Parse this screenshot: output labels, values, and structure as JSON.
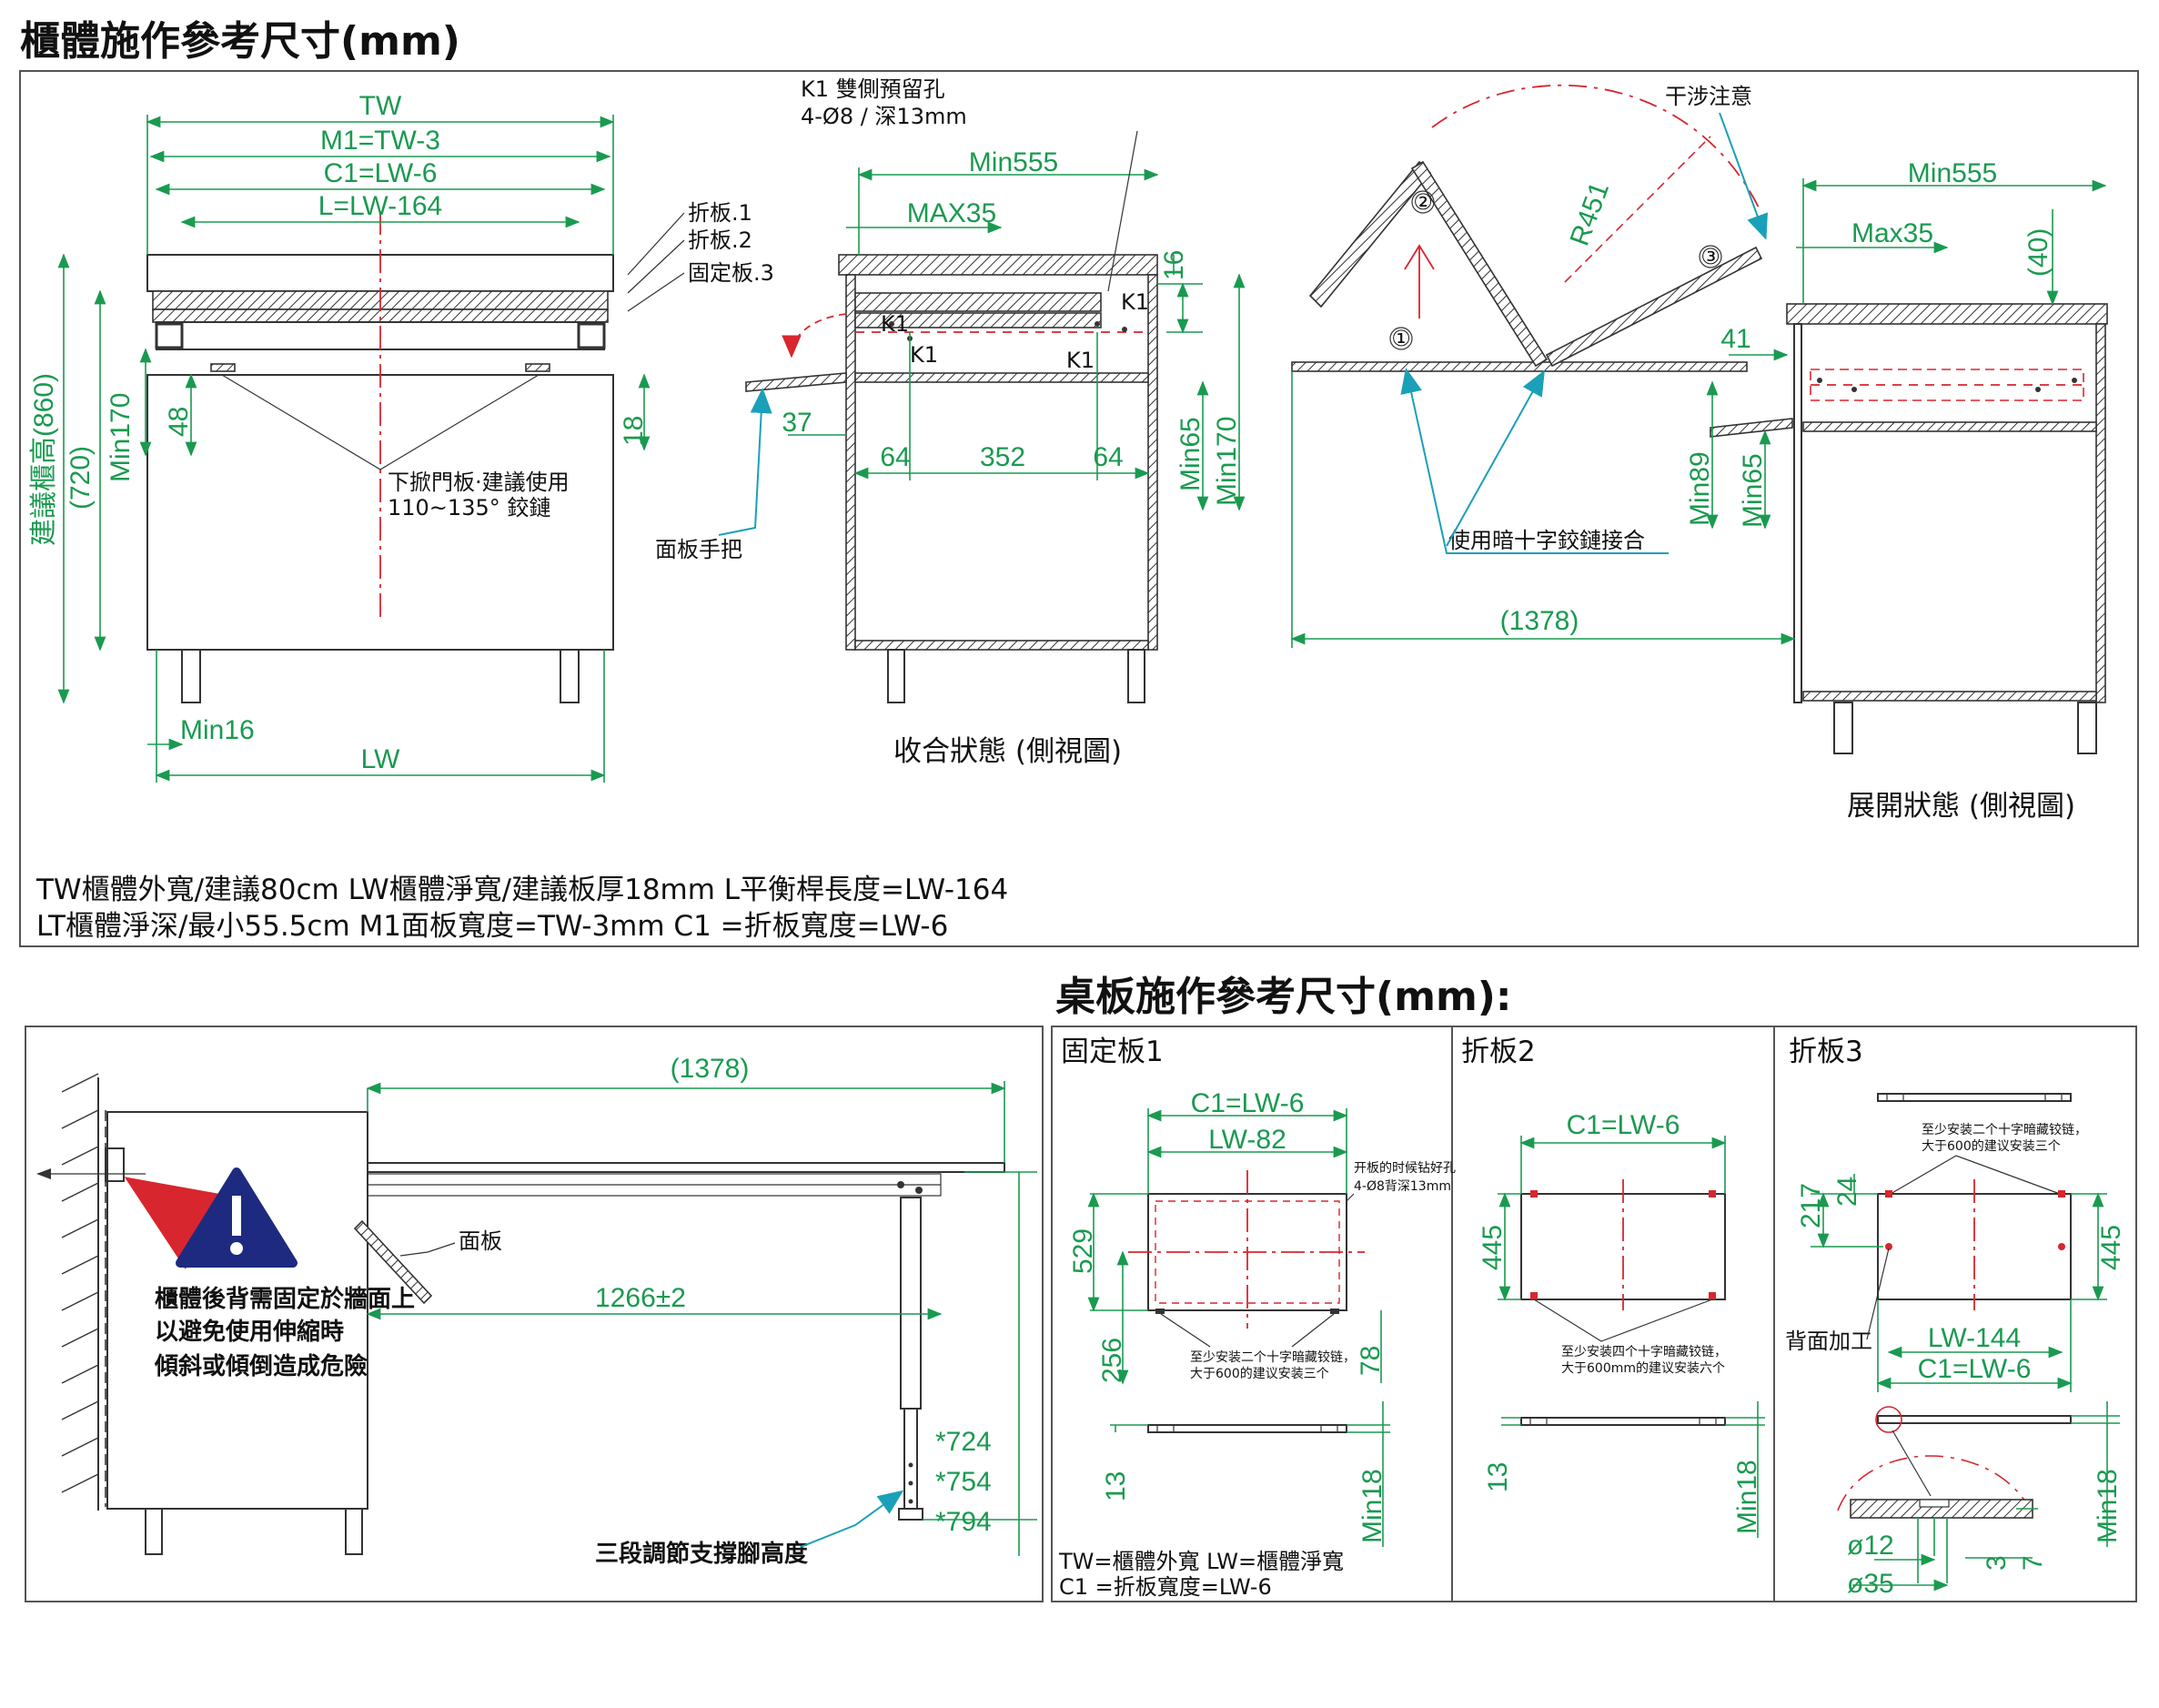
{
  "titles": {
    "cabinet": "櫃體施作參考尺寸(mm)",
    "desk": "桌板施作參考尺寸(mm):"
  },
  "front_view": {
    "dims": {
      "tw": "TW",
      "m1": "M1=TW-3",
      "c1": "C1=LW-6",
      "l": "L=LW-164",
      "lw": "LW",
      "min16": "Min16",
      "min170": "Min170",
      "h860": "建議櫃高(860)",
      "h720": "(720)",
      "d48": "48",
      "d18": "18"
    },
    "labels": {
      "fold1": "折板.1",
      "fold2": "折板.2",
      "fixed3": "固定板.3",
      "hinge_line1": "下掀門板·建議使用",
      "hinge_line2": "110~135° 鉸鏈"
    }
  },
  "side_closed": {
    "dims": {
      "min555": "Min555",
      "max35": "MAX35",
      "d16": "16",
      "d37": "37",
      "d64a": "64",
      "d352": "352",
      "d64b": "64",
      "min65": "Min65",
      "min170": "Min170"
    },
    "labels": {
      "k1_line1": "K1 雙側預留孔",
      "k1_line2": "4-Ø8 / 深13mm",
      "k1": "K1",
      "handle": "面板手把",
      "caption": "收合狀態 (側視圖)"
    }
  },
  "side_open": {
    "dims": {
      "r451": "R451",
      "min555": "Min555",
      "max35": "Max35",
      "d40": "(40)",
      "d41": "41",
      "min89": "Min89",
      "min65": "Min65",
      "d1378": "(1378)"
    },
    "labels": {
      "interference": "干涉注意",
      "n1": "①",
      "n2": "②",
      "n3": "③",
      "hinge": "使用暗十字鉸鏈接合",
      "caption": "展開狀態 (側視圖)"
    }
  },
  "notes": {
    "line1": "TW櫃體外寬/建議80cm  LW櫃體淨寬/建議板厚18mm  L平衡桿長度=LW-164",
    "line2": "LT櫃體淨深/最小55.5cm M1面板寬度=TW-3mm   C1 =折板寬度=LW-6"
  },
  "install_view": {
    "dims": {
      "d1378": "(1378)",
      "d1266": "1266±2",
      "h724": "*724",
      "h754": "*754",
      "h794": "*794"
    },
    "labels": {
      "panel": "面板",
      "warn1": "櫃體後背需固定於牆面上",
      "warn2": "以避免使用伸縮時",
      "warn3": "傾斜或傾倒造成危險",
      "leg": "三段調節支撐腳高度"
    }
  },
  "board1": {
    "title": "固定板1",
    "dims": {
      "c1": "C1=LW-6",
      "lw82": "LW-82",
      "d529": "529",
      "d256": "256",
      "d78": "78",
      "d13": "13",
      "min18": "Min18"
    },
    "labels": {
      "drill1": "开板的时候钻好孔",
      "drill2": "4-Ø8背深13mm",
      "hinge1": "至少安装二个十字暗藏铰链，",
      "hinge2": "大于600的建议安装三个",
      "foot1": "TW=櫃體外寬  LW=櫃體淨寬",
      "foot2": "C1 =折板寬度=LW-6"
    }
  },
  "board2": {
    "title": "折板2",
    "dims": {
      "c1": "C1=LW-6",
      "d445": "445",
      "d13": "13",
      "min18": "Min18"
    },
    "labels": {
      "hinge1": "至少安装四个十字暗藏铰链，",
      "hinge2": "大于600mm的建议安装六个"
    }
  },
  "board3": {
    "title": "折板3",
    "dims": {
      "d217": "217",
      "d24": "24",
      "d445": "445",
      "lw144": "LW-144",
      "c1": "C1=LW-6",
      "min18": "Min18",
      "d12": "ø12",
      "d35": "ø35",
      "d3": "3",
      "d7": "7"
    },
    "labels": {
      "hinge1": "至少安装二个十字暗藏铰链，",
      "hinge2": "大于600的建议安装三个",
      "back": "背面加工"
    }
  },
  "colors": {
    "dimension": "#1a9a50",
    "centerline": "#d7262e",
    "leader": "#1aa0b8",
    "warning": "#1d2a80"
  },
  "icons": [
    "warning-triangle-icon",
    "arrow-icon"
  ]
}
